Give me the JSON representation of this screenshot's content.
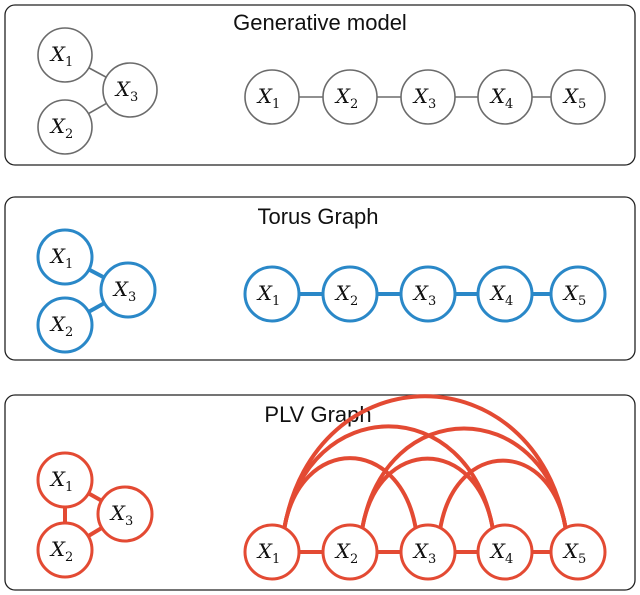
{
  "panels": [
    {
      "title": "Generative model",
      "color": "#6b6b6b",
      "small_graph": {
        "nodes": [
          {
            "id": "x1",
            "var": "X",
            "sub": "1"
          },
          {
            "id": "x2",
            "var": "X",
            "sub": "2"
          },
          {
            "id": "x3",
            "var": "X",
            "sub": "3"
          }
        ],
        "edges": [
          [
            "x1",
            "x3"
          ],
          [
            "x2",
            "x3"
          ]
        ]
      },
      "large_graph": {
        "nodes": [
          {
            "id": "x1",
            "var": "X",
            "sub": "1"
          },
          {
            "id": "x2",
            "var": "X",
            "sub": "2"
          },
          {
            "id": "x3",
            "var": "X",
            "sub": "3"
          },
          {
            "id": "x4",
            "var": "X",
            "sub": "4"
          },
          {
            "id": "x5",
            "var": "X",
            "sub": "5"
          }
        ],
        "edges": [
          [
            "x1",
            "x2"
          ],
          [
            "x2",
            "x3"
          ],
          [
            "x3",
            "x4"
          ],
          [
            "x4",
            "x5"
          ]
        ]
      }
    },
    {
      "title": "Torus Graph",
      "color": "#2a88c8",
      "small_graph": {
        "nodes": [
          {
            "id": "x1",
            "var": "X",
            "sub": "1"
          },
          {
            "id": "x2",
            "var": "X",
            "sub": "2"
          },
          {
            "id": "x3",
            "var": "X",
            "sub": "3"
          }
        ],
        "edges": [
          [
            "x1",
            "x3"
          ],
          [
            "x2",
            "x3"
          ]
        ]
      },
      "large_graph": {
        "nodes": [
          {
            "id": "x1",
            "var": "X",
            "sub": "1"
          },
          {
            "id": "x2",
            "var": "X",
            "sub": "2"
          },
          {
            "id": "x3",
            "var": "X",
            "sub": "3"
          },
          {
            "id": "x4",
            "var": "X",
            "sub": "4"
          },
          {
            "id": "x5",
            "var": "X",
            "sub": "5"
          }
        ],
        "edges": [
          [
            "x1",
            "x2"
          ],
          [
            "x2",
            "x3"
          ],
          [
            "x3",
            "x4"
          ],
          [
            "x4",
            "x5"
          ]
        ]
      }
    },
    {
      "title": "PLV Graph",
      "color": "#e34a33",
      "small_graph": {
        "nodes": [
          {
            "id": "x1",
            "var": "X",
            "sub": "1"
          },
          {
            "id": "x2",
            "var": "X",
            "sub": "2"
          },
          {
            "id": "x3",
            "var": "X",
            "sub": "3"
          }
        ],
        "edges": [
          [
            "x1",
            "x3"
          ],
          [
            "x2",
            "x3"
          ],
          [
            "x1",
            "x2"
          ]
        ]
      },
      "large_graph": {
        "nodes": [
          {
            "id": "x1",
            "var": "X",
            "sub": "1"
          },
          {
            "id": "x2",
            "var": "X",
            "sub": "2"
          },
          {
            "id": "x3",
            "var": "X",
            "sub": "3"
          },
          {
            "id": "x4",
            "var": "X",
            "sub": "4"
          },
          {
            "id": "x5",
            "var": "X",
            "sub": "5"
          }
        ],
        "edges": [
          [
            "x1",
            "x2"
          ],
          [
            "x2",
            "x3"
          ],
          [
            "x3",
            "x4"
          ],
          [
            "x4",
            "x5"
          ],
          [
            "x1",
            "x3"
          ],
          [
            "x1",
            "x4"
          ],
          [
            "x1",
            "x5"
          ],
          [
            "x2",
            "x4"
          ],
          [
            "x2",
            "x5"
          ],
          [
            "x3",
            "x5"
          ]
        ]
      }
    }
  ]
}
